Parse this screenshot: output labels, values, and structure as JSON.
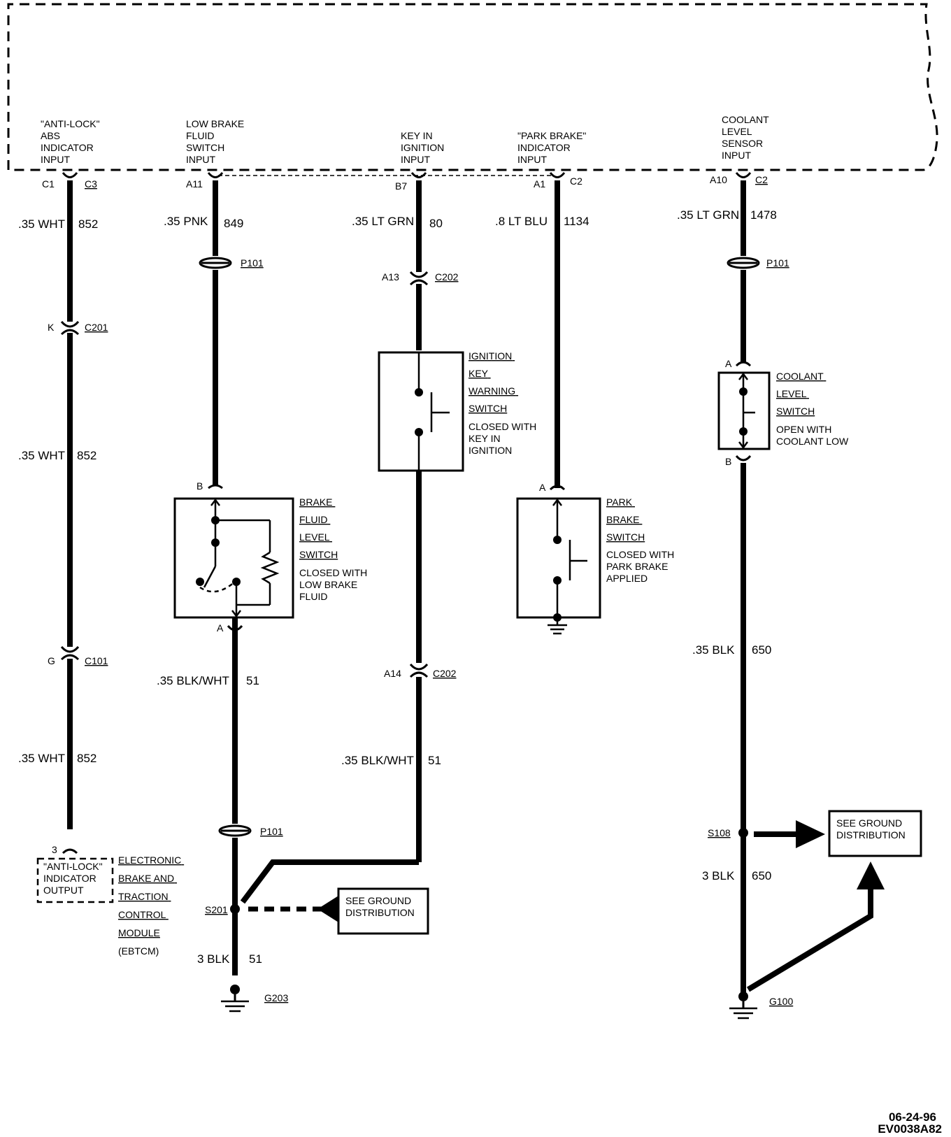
{
  "module": {
    "inputs": {
      "abs": [
        "\"ANTI-LOCK\"",
        "ABS",
        "INDICATOR",
        "INPUT"
      ],
      "brake_fluid": [
        "LOW BRAKE",
        "FLUID",
        "SWITCH",
        "INPUT"
      ],
      "key": [
        "KEY IN",
        "IGNITION",
        "INPUT"
      ],
      "park": [
        "\"PARK BRAKE\"",
        "INDICATOR",
        "INPUT"
      ],
      "coolant": [
        "COOLANT",
        "LEVEL",
        "SENSOR",
        "INPUT"
      ]
    },
    "pins": {
      "abs": {
        "pin": "C1",
        "connector": "C3"
      },
      "brake_fluid": {
        "pin": "A11"
      },
      "key": {
        "pin": "B7"
      },
      "park": {
        "pin": "A1",
        "connector": "C2"
      },
      "coolant": {
        "pin": "A10",
        "connector": "C2"
      }
    }
  },
  "wires": {
    "abs_1": {
      "gauge": ".35 WHT",
      "circuit": "852"
    },
    "abs_2": {
      "gauge": ".35 WHT",
      "circuit": "852"
    },
    "abs_3": {
      "gauge": ".35 WHT",
      "circuit": "852"
    },
    "brake_1": {
      "gauge": ".35 PNK",
      "circuit": "849"
    },
    "brake_2": {
      "gauge": ".35 BLK/WHT",
      "circuit": "51"
    },
    "brake_3": {
      "gauge": "3 BLK",
      "circuit": "51"
    },
    "key_1": {
      "gauge": ".35 LT GRN",
      "circuit": "80"
    },
    "key_2": {
      "gauge": ".35 BLK/WHT",
      "circuit": "51"
    },
    "park_1": {
      "gauge": ".8 LT BLU",
      "circuit": "1134"
    },
    "coolant_1": {
      "gauge": ".35 LT GRN",
      "circuit": "1478"
    },
    "coolant_2": {
      "gauge": ".35 BLK",
      "circuit": "650"
    },
    "coolant_3": {
      "gauge": "3 BLK",
      "circuit": "650"
    }
  },
  "connectors": {
    "c201": {
      "pin": "K",
      "name": "C201"
    },
    "c101": {
      "pin": "G",
      "name": "C101"
    },
    "c202_top": {
      "pin": "A13",
      "name": "C202"
    },
    "c202_bottom": {
      "pin": "A14",
      "name": "C202"
    },
    "p101_brake_top": {
      "name": "P101"
    },
    "p101_brake_bottom": {
      "name": "P101"
    },
    "p101_coolant": {
      "name": "P101"
    },
    "brake_switch_pins": {
      "top": "B",
      "bottom": "A"
    },
    "park_switch_pin": {
      "top": "A"
    },
    "coolant_switch_pins": {
      "top": "A",
      "bottom": "B"
    },
    "ebtcm_pin": "3"
  },
  "components": {
    "brake_fluid_switch": {
      "name": [
        "BRAKE",
        "FLUID",
        "LEVEL",
        "SWITCH"
      ],
      "note": [
        "CLOSED WITH",
        "LOW BRAKE",
        "FLUID"
      ]
    },
    "ignition_switch": {
      "name": [
        "IGNITION",
        "KEY",
        "WARNING",
        "SWITCH"
      ],
      "note": [
        "CLOSED WITH",
        "KEY IN",
        "IGNITION"
      ]
    },
    "park_switch": {
      "name": [
        "PARK",
        "BRAKE",
        "SWITCH"
      ],
      "note": [
        "CLOSED WITH",
        "PARK BRAKE",
        "APPLIED"
      ]
    },
    "coolant_switch": {
      "name": [
        "COOLANT",
        "LEVEL",
        "SWITCH"
      ],
      "note": [
        "OPEN WITH",
        "COOLANT LOW"
      ]
    },
    "ebtcm": {
      "box": [
        "\"ANTI-LOCK\"",
        "INDICATOR",
        "OUTPUT"
      ],
      "name": [
        "ELECTRONIC",
        "BRAKE AND",
        "TRACTION",
        "CONTROL",
        "MODULE"
      ],
      "abbr": "(EBTCM)"
    }
  },
  "splices": {
    "s201": "S201",
    "s108": "S108"
  },
  "grounds": {
    "g203": "G203",
    "g100": "G100"
  },
  "ground_refs": {
    "left": [
      "SEE GROUND",
      "DISTRIBUTION"
    ],
    "right": [
      "SEE GROUND",
      "DISTRIBUTION"
    ]
  },
  "footer": {
    "date": "06-24-96",
    "code": "EV0038A82"
  }
}
